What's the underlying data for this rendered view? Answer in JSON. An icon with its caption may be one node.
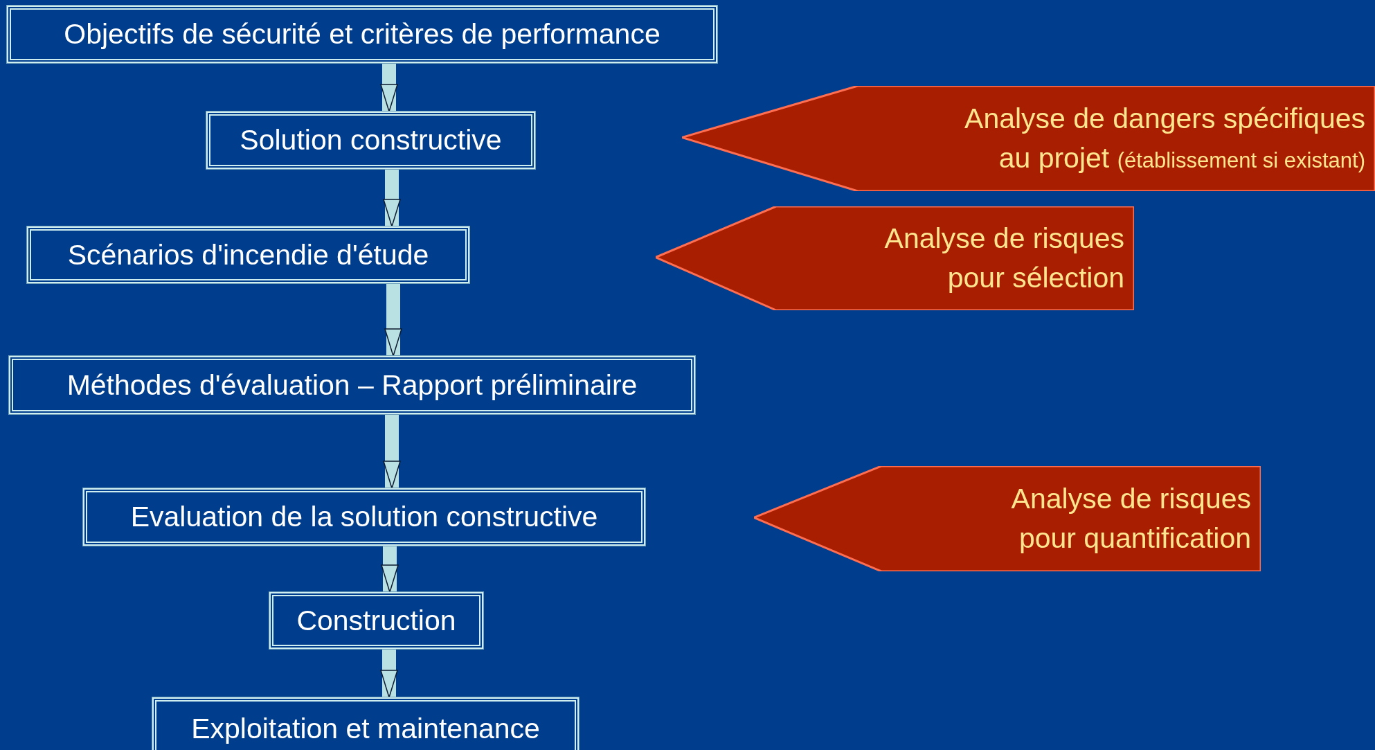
{
  "diagram": {
    "nodes": [
      {
        "text": [
          "Objectifs de sécurité et critères de performance"
        ]
      },
      {
        "text": [
          "Solution constructive"
        ]
      },
      {
        "text": [
          "Scénarios d'incendie d'étude"
        ]
      },
      {
        "text": [
          "Méthodes d'évaluation – Rapport préliminaire"
        ]
      },
      {
        "text": [
          "Evaluation de la solution constructive"
        ]
      },
      {
        "text": [
          "Construction"
        ]
      },
      {
        "text": [
          "Exploitation et maintenance"
        ]
      },
      {
        "text": [
          "Analyse de dangers spécifiques au projet",
          "(établissement si existant)"
        ]
      },
      {
        "text": [
          "Analyse de risques pour sélection"
        ]
      },
      {
        "text": [
          "Analyse de risques pour quantification"
        ]
      }
    ],
    "edges": [
      {
        "from": 0,
        "to": 1,
        "arrow": "to"
      },
      {
        "from": 1,
        "to": 2,
        "arrow": "to"
      },
      {
        "from": 2,
        "to": 3,
        "arrow": "to"
      },
      {
        "from": 3,
        "to": 4,
        "arrow": "to"
      },
      {
        "from": 4,
        "to": 5,
        "arrow": "to"
      },
      {
        "from": 5,
        "to": 6,
        "arrow": "to"
      }
    ]
  }
}
